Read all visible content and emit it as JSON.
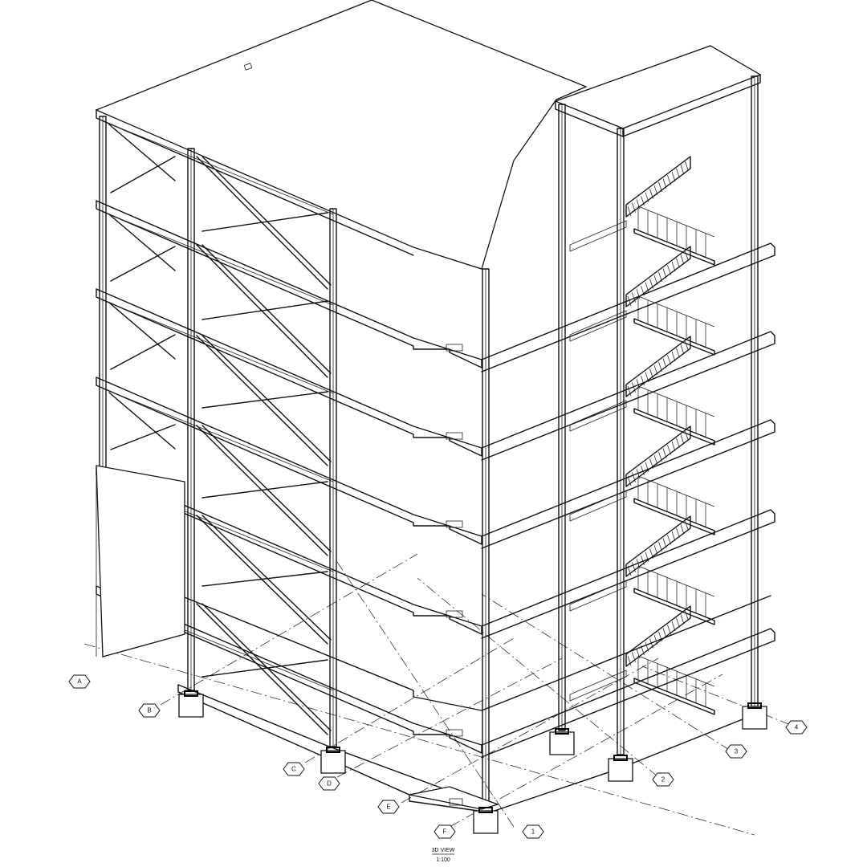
{
  "view": {
    "title": "3D VIEW",
    "scale": "1:100"
  },
  "grid_labels": {
    "letters": [
      "A",
      "B",
      "C",
      "D",
      "E",
      "F"
    ],
    "numbers": [
      "1",
      "2",
      "3",
      "4"
    ]
  },
  "colors": {
    "line": "#111111",
    "background": "#ffffff"
  }
}
